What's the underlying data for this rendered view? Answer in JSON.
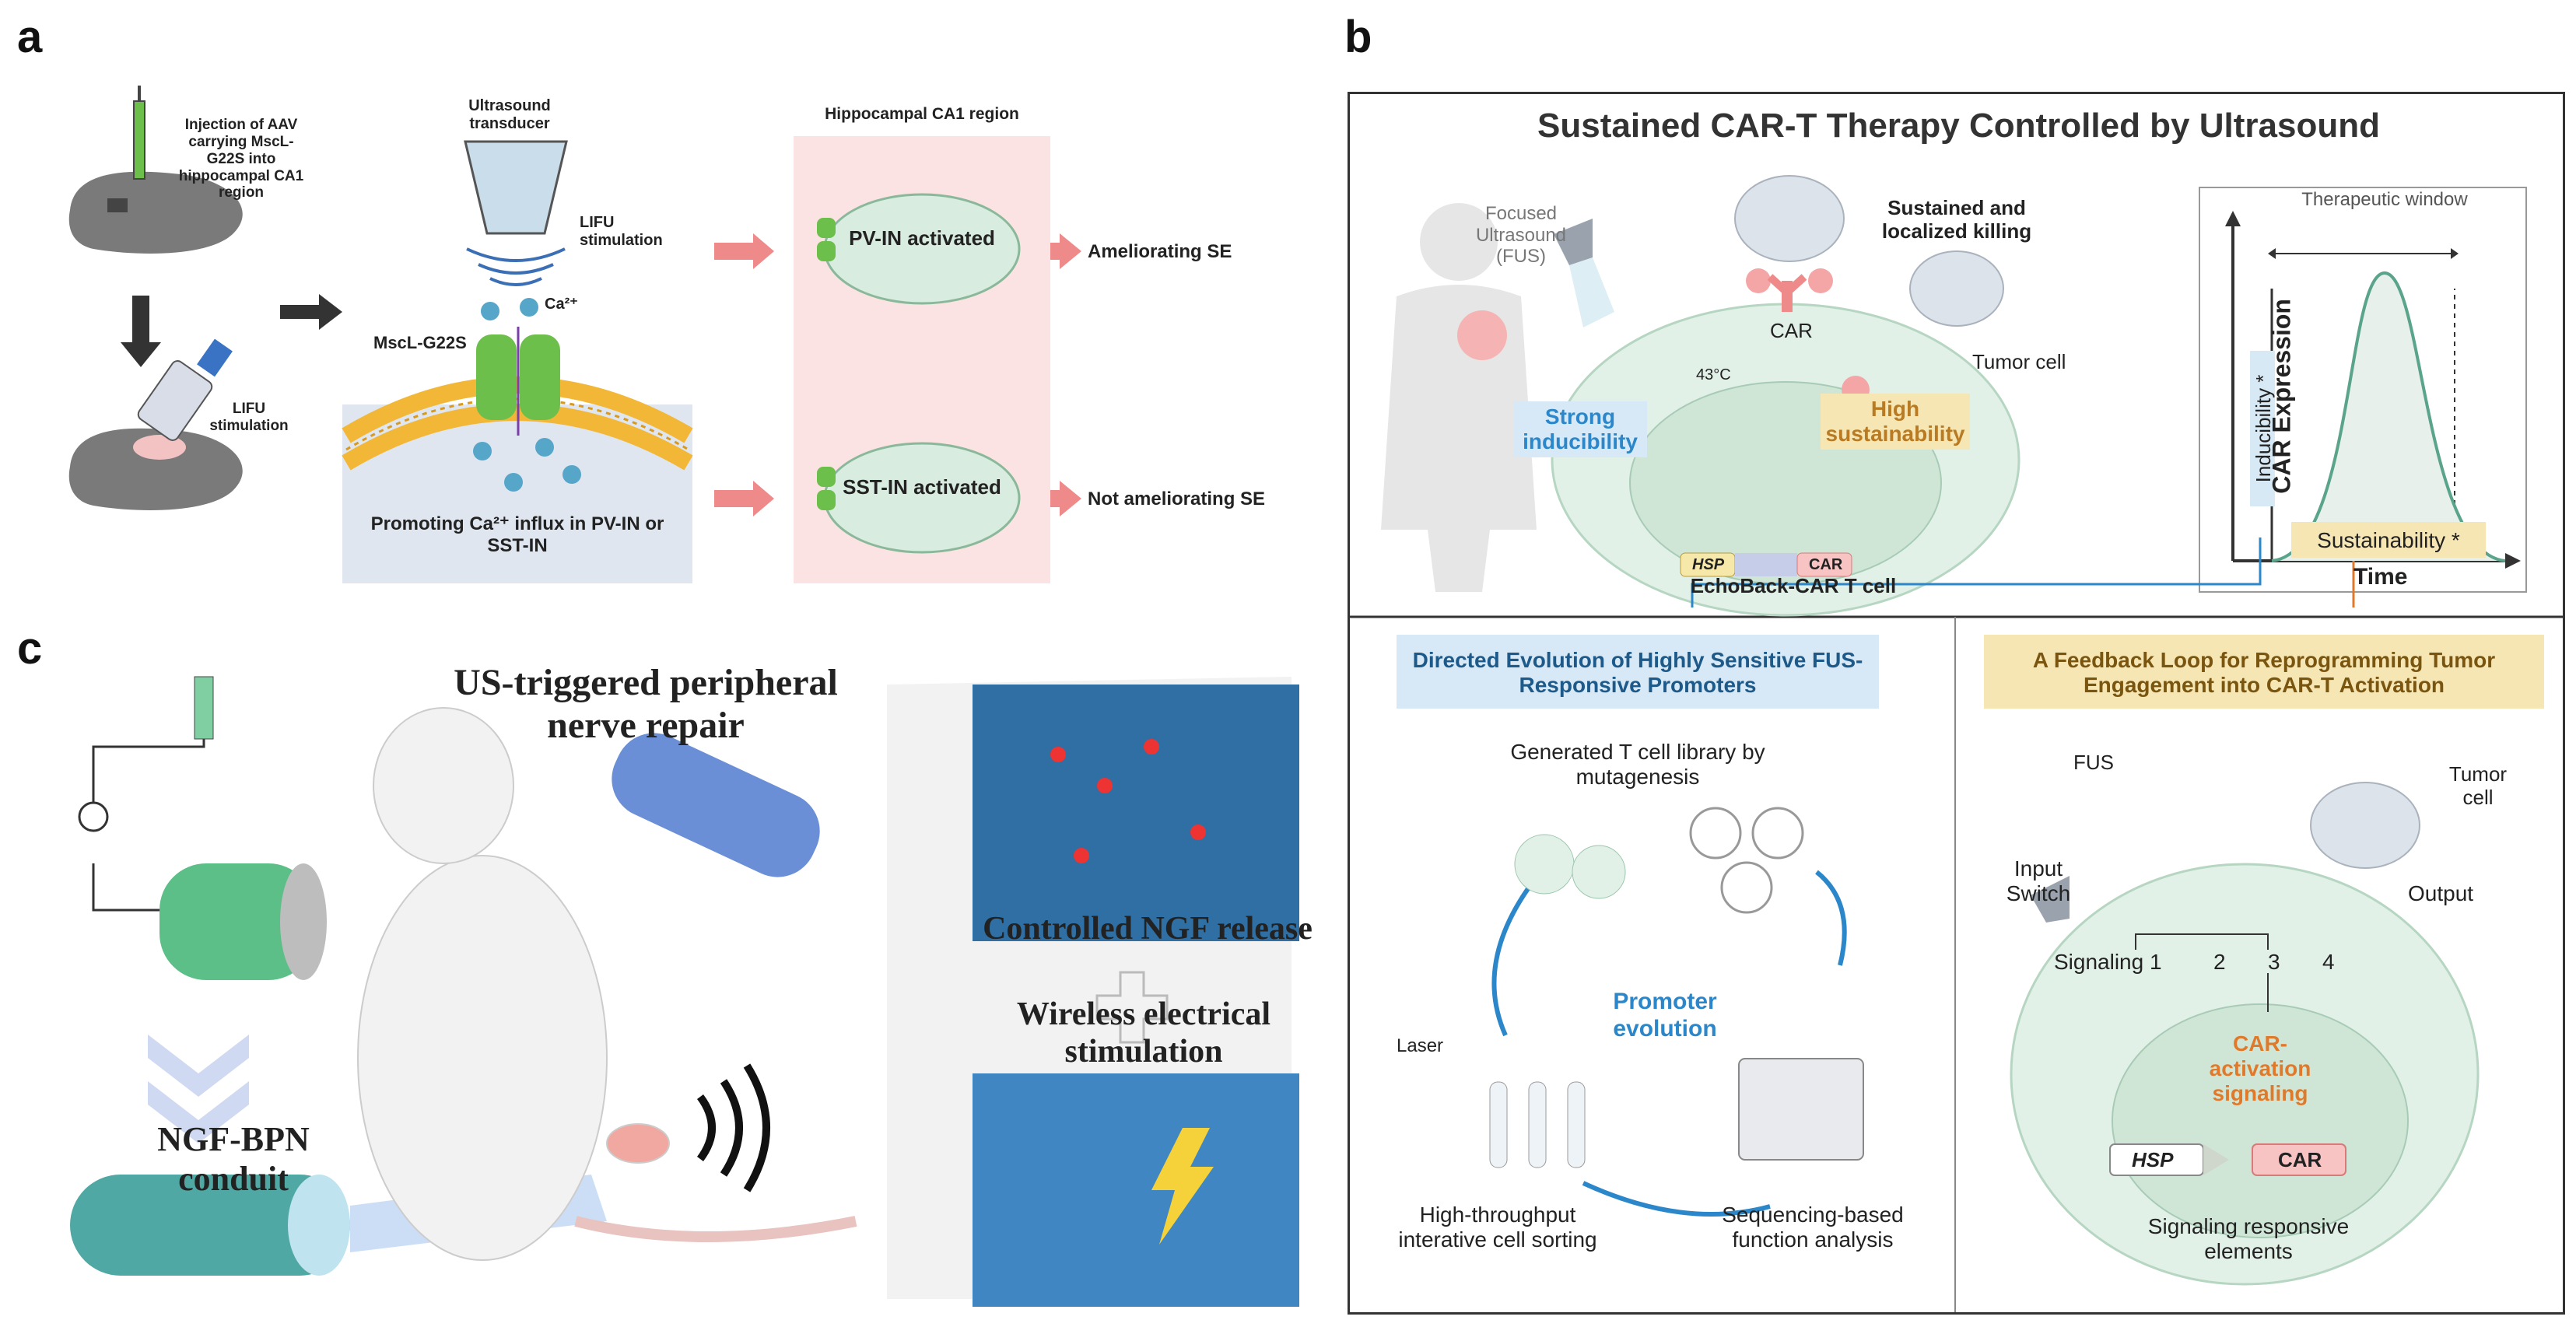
{
  "panel_letters": {
    "a": "a",
    "b": "b",
    "c": "c"
  },
  "panel_a": {
    "injection_text": "Injection of AAV carrying MscL-G22S into hippocampal CA1 region",
    "lifu_left": "LIFU stimulation",
    "transducer": "Ultrasound transducer",
    "lifu_stim": "LIFU stimulation",
    "ca_ion": "Ca²⁺",
    "channel": "MscL-G22S",
    "promoting": "Promoting Ca²⁺ influx in PV-IN or SST-IN",
    "region_title": "Hippocampal CA1 region",
    "pv_label": "PV-IN activated",
    "sst_label": "SST-IN activated",
    "outcome_pv": "Ameliorating SE",
    "outcome_sst": "Not ameliorating SE"
  },
  "panel_b": {
    "title": "Sustained CAR-T Therapy Controlled by Ultrasound",
    "fus_label": "Focused Ultrasound (FUS)",
    "sustained_killing": "Sustained and localized killing",
    "car": "CAR",
    "tumor_cell": "Tumor cell",
    "temp": "43°C",
    "strong_inducibility": "Strong inducibility",
    "high_sustainability": "High sustainability",
    "hsp": "HSP",
    "car_gene": "CAR",
    "cell_name": "EchoBack-CAR T cell",
    "graph": {
      "therapeutic_window": "Therapeutic window",
      "y_axis": "CAR Expression",
      "x_axis": "Time",
      "inducibility": "Inducibility *",
      "sustainability": "Sustainability *"
    },
    "evolution": {
      "title": "Directed Evolution of Highly Sensitive FUS-Responsive Promoters",
      "library": "Generated T cell library by mutagenesis",
      "promoter_evolution": "Promoter evolution",
      "laser": "Laser",
      "sorting": "High-throughput interative cell sorting",
      "sequencing": "Sequencing-based function analysis"
    },
    "feedback": {
      "title": "A Feedback Loop for Reprogramming Tumor Engagement into CAR-T Activation",
      "fus": "FUS",
      "input_switch": "Input Switch",
      "tumor_cell": "Tumor cell",
      "output": "Output",
      "signaling": "Signaling 1",
      "sig2": "2",
      "sig3": "3",
      "sig4": "4",
      "activation": "CAR-activation signaling",
      "hsp": "HSP",
      "car": "CAR",
      "elements": "Signaling responsive elements"
    }
  },
  "panel_c": {
    "title": "US-triggered peripheral nerve repair",
    "conduit": "NGF-BPN conduit",
    "ngf_release": "Controlled NGF release",
    "wireless": "Wireless electrical stimulation"
  },
  "colors": {
    "pink_arrow": "#ef8a8a",
    "membrane": "#f2b736",
    "channel": "#6cbf4a",
    "blue_label": "#2b87c9",
    "orange_label": "#e07a2a",
    "cell_green": "#d9ece0"
  }
}
